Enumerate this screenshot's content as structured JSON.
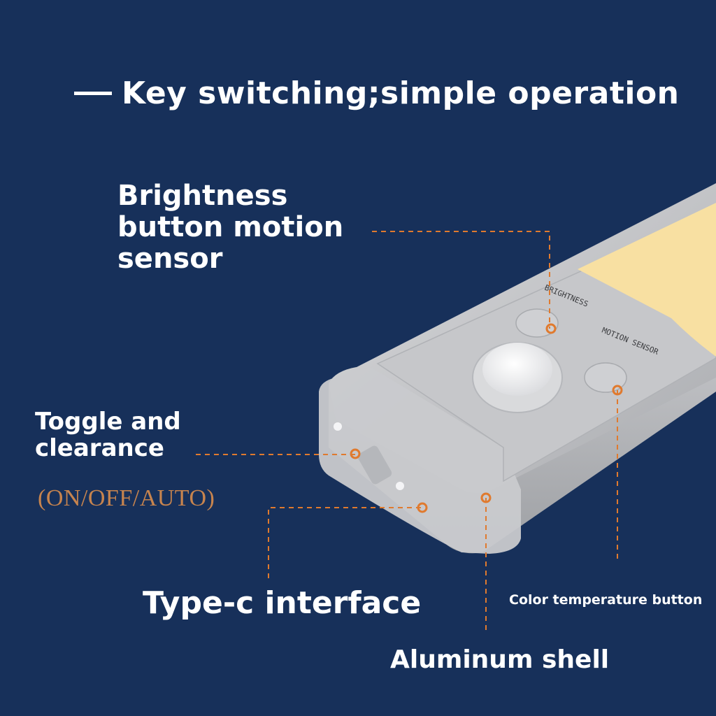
{
  "headline": {
    "text": "Key switching;simple operation"
  },
  "callouts": {
    "brightness": [
      "Brightness",
      "button motion",
      "sensor"
    ],
    "toggle": [
      "Toggle and",
      "clearance"
    ],
    "mode": "(ON/OFF/AUTO)",
    "typec": "Type-c interface",
    "color_temp": "Color temperature button",
    "aluminum": "Aluminum shell"
  },
  "colors": {
    "background": "#17305a",
    "callout_line": "#e07a2e",
    "mode_text": "#c7844e",
    "light_panel": "#f8e0a2",
    "shell": "#c5c6c9"
  }
}
